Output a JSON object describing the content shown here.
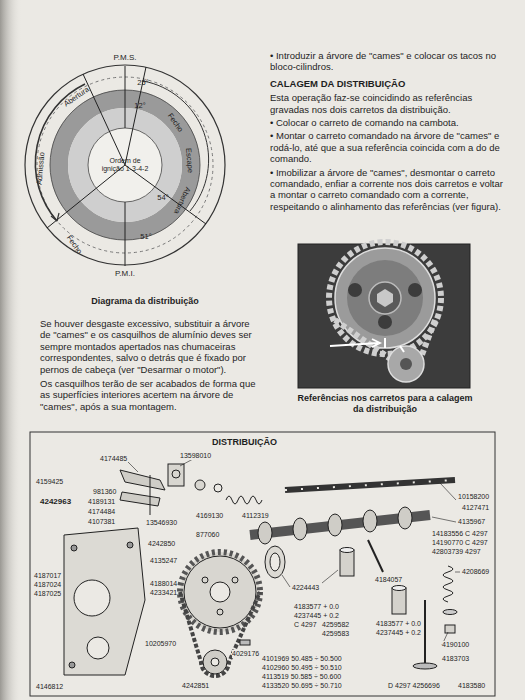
{
  "diagram": {
    "labels": [
      "• Introduzir a árvore de \"cames\" e colocar os tacos no bloco-cilindros.",
      "CALAGEM DA DISTRIBUIÇÃO",
      "Esta operação faz-se coincidindo as referências gravadas nos dois carretos da distribuição.",
      "• Colocar o carreto de comando na cambota.",
      "• Montar o carreto comandado na árvore de \"cames\" e rodá-lo, até que a sua referência coincida com a do de comando.",
      "• Imobilizar a árvore de \"cames\", desmontar o carreto comandado, enfiar a corrente nos dois carretos e voltar a montar o carreto comandado com a corrente, respeitando o alinhamento das referências (ver figura).",
      "Diagrama da distribuição",
      "Se houver desgaste excessivo, substituir a árvore de \"cames\" e os casquilhos de alumínio deves ser sempre montados apertados nas chumaceiras correspondentes, salvo o detrás que é fixado por pernos de cabeça (ver \"Desarmar o motor\").",
      "Os casquilhos terão de ser acabados de forma que as superfícies interiores acertem na árvore de \"cames\", após a sua montagem.",
      "Referências nos carretos para a calagem da distribuição",
      "P.M.S.",
      "25°",
      "12°",
      "Abertura",
      "Fecho",
      "Escape",
      "Abertura",
      "Admissão",
      "Ordem de ignição 1-3-4-2",
      "54°",
      "51°",
      "Fecho",
      "P.M.I.",
      "DISTRIBUIÇÃO",
      "4174485",
      "4159425",
      "4242963",
      "981360",
      "4189131",
      "4174484",
      "4107381",
      "13598010",
      "13546930",
      "4169130",
      "877060",
      "4112319",
      "4242850",
      "4135247",
      "4188014",
      "4233421",
      "10158200",
      "4127471",
      "4135967",
      "14183556 C 4297",
      "14190770 C 4297",
      "42803739 4297",
      "4224443",
      "4184057",
      "4208669",
      "4183577 + 0.0",
      "4237445 + 0.2",
      "C 4297",
      "4259582",
      "4259583",
      "4183577 + 0.0",
      "4237445 + 0.2",
      "4190100",
      "4183703",
      "D 4297 4256696",
      "4183580",
      "4029176",
      "10205970",
      "4242851",
      "4146812",
      "4187017",
      "4187024",
      "4187025",
      "4101969 50.485 ÷ 50.500",
      "4102960 50.495 ÷ 50.510",
      "4113519 50.585 ÷ 50.600",
      "4133520 50.695 ÷ 50.710"
    ]
  }
}
